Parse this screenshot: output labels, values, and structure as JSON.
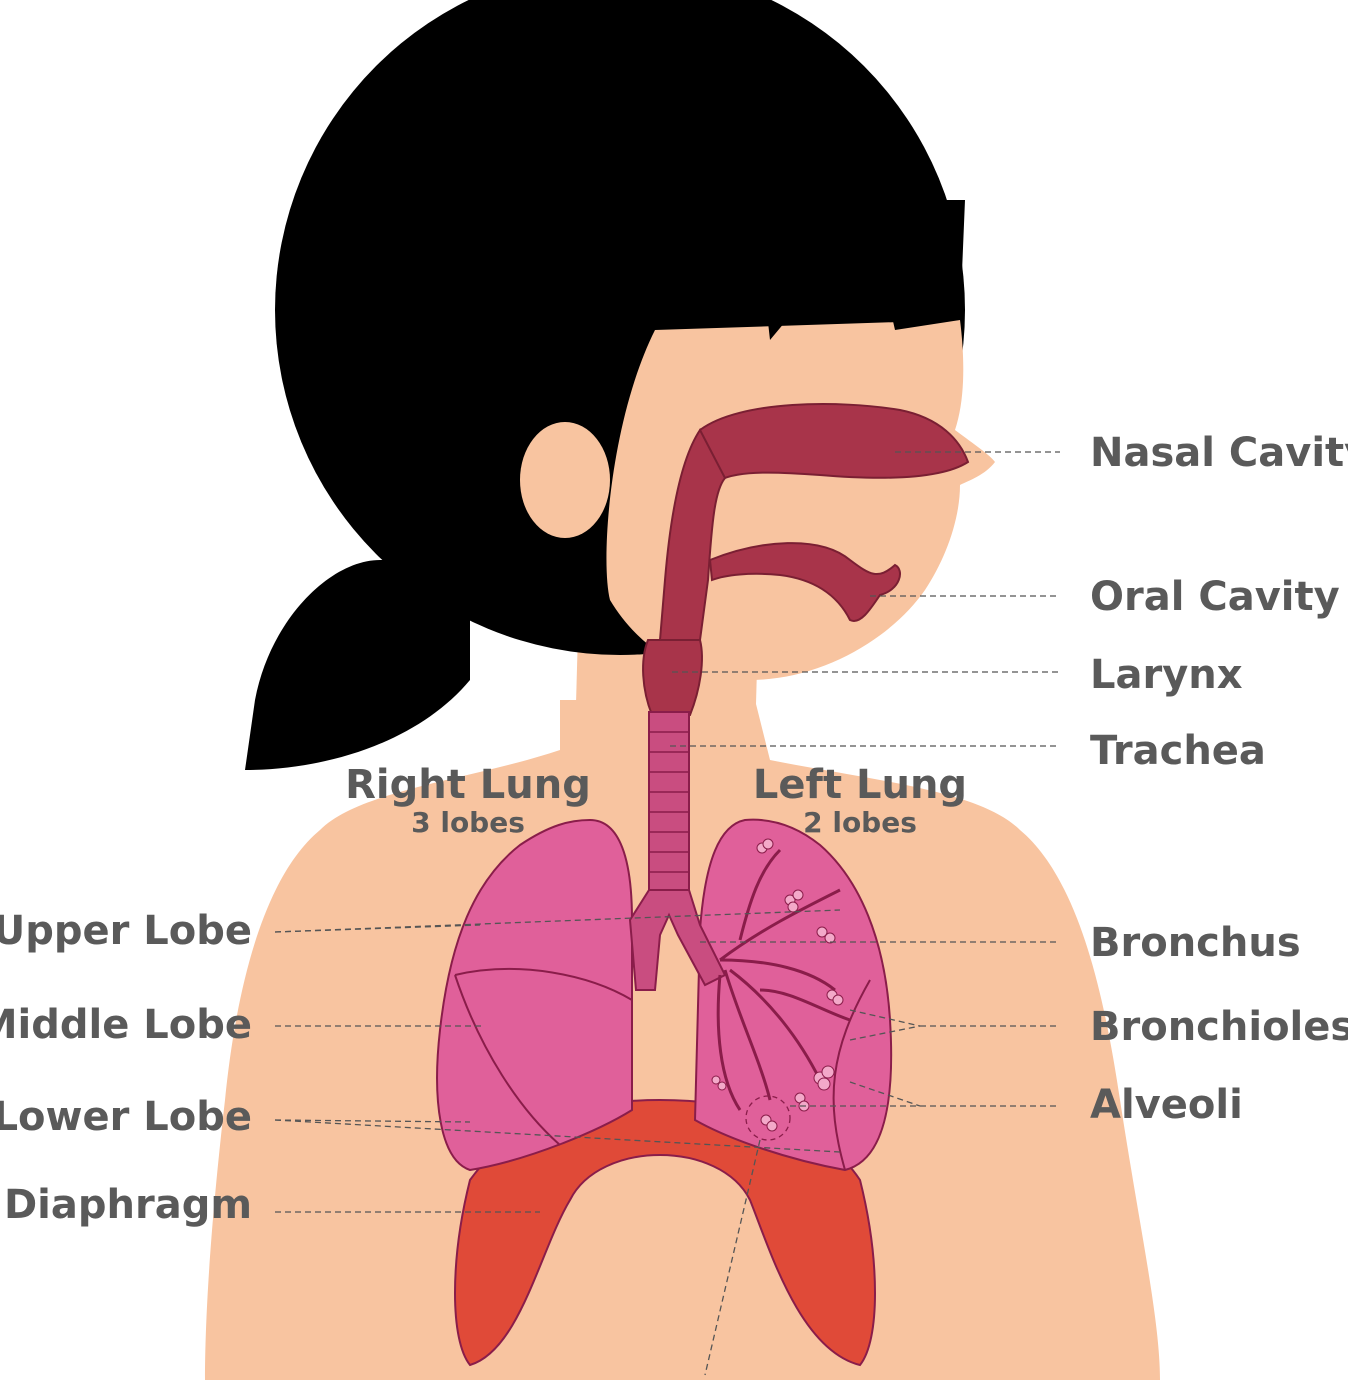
{
  "right_lung": {
    "title": "Right Lung",
    "lobes": "3 lobes"
  },
  "left_lung": {
    "title": "Left Lung",
    "lobes": "2 lobes"
  },
  "labels": {
    "nasal_cavity": "Nasal Cavity",
    "oral_cavity": "Oral Cavity",
    "larynx": "Larynx",
    "trachea": "Trachea",
    "bronchus": "Bronchus",
    "bronchioles": "Bronchioles",
    "alveoli": "Alveoli",
    "upper_lobe": "Upper Lobe",
    "middle_lobe": "Middle Lobe",
    "lower_lobe": "Lower Lobe",
    "diaphragm": "Diaphragm"
  },
  "colors": {
    "skin": "#f8c4a0",
    "hair": "#000000",
    "airway": "#a8344a",
    "trachea": "#c94d80",
    "lung": "#e0609a",
    "lung_outline": "#8a1d4a",
    "diaphragm": "#e04a38",
    "label_text": "#5a5a5a"
  }
}
